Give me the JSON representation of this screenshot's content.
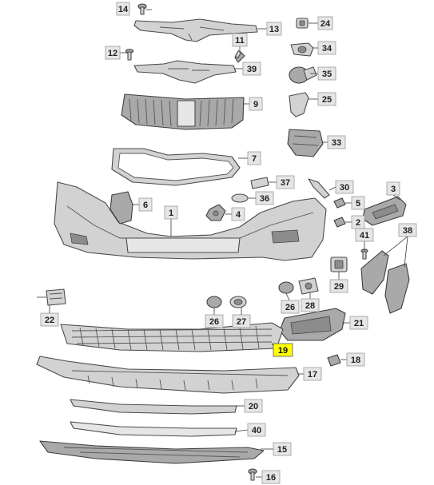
{
  "callouts": [
    {
      "id": "14",
      "label": "14"
    },
    {
      "id": "13",
      "label": "13"
    },
    {
      "id": "24",
      "label": "24"
    },
    {
      "id": "11",
      "label": "11"
    },
    {
      "id": "12",
      "label": "12"
    },
    {
      "id": "34",
      "label": "34"
    },
    {
      "id": "39",
      "label": "39"
    },
    {
      "id": "35",
      "label": "35"
    },
    {
      "id": "9",
      "label": "9"
    },
    {
      "id": "25",
      "label": "25"
    },
    {
      "id": "33",
      "label": "33"
    },
    {
      "id": "7",
      "label": "7"
    },
    {
      "id": "37",
      "label": "37"
    },
    {
      "id": "30",
      "label": "30"
    },
    {
      "id": "3",
      "label": "3"
    },
    {
      "id": "36",
      "label": "36"
    },
    {
      "id": "5",
      "label": "5"
    },
    {
      "id": "6",
      "label": "6"
    },
    {
      "id": "1",
      "label": "1"
    },
    {
      "id": "4",
      "label": "4"
    },
    {
      "id": "2",
      "label": "2"
    },
    {
      "id": "41",
      "label": "41"
    },
    {
      "id": "38",
      "label": "38"
    },
    {
      "id": "29",
      "label": "29"
    },
    {
      "id": "22",
      "label": "22"
    },
    {
      "id": "26a",
      "label": "26"
    },
    {
      "id": "28",
      "label": "28"
    },
    {
      "id": "26b",
      "label": "26"
    },
    {
      "id": "27",
      "label": "27"
    },
    {
      "id": "21",
      "label": "21"
    },
    {
      "id": "19",
      "label": "19"
    },
    {
      "id": "18",
      "label": "18"
    },
    {
      "id": "17",
      "label": "17"
    },
    {
      "id": "20",
      "label": "20"
    },
    {
      "id": "40",
      "label": "40"
    },
    {
      "id": "15",
      "label": "15"
    },
    {
      "id": "16",
      "label": "16"
    }
  ],
  "highlighted": "19",
  "colors": {
    "tag_fill": "#e6e6e6",
    "highlight_fill": "#ffff00",
    "part_fill": "#d2d2d2",
    "line": "#3a3a3a"
  }
}
